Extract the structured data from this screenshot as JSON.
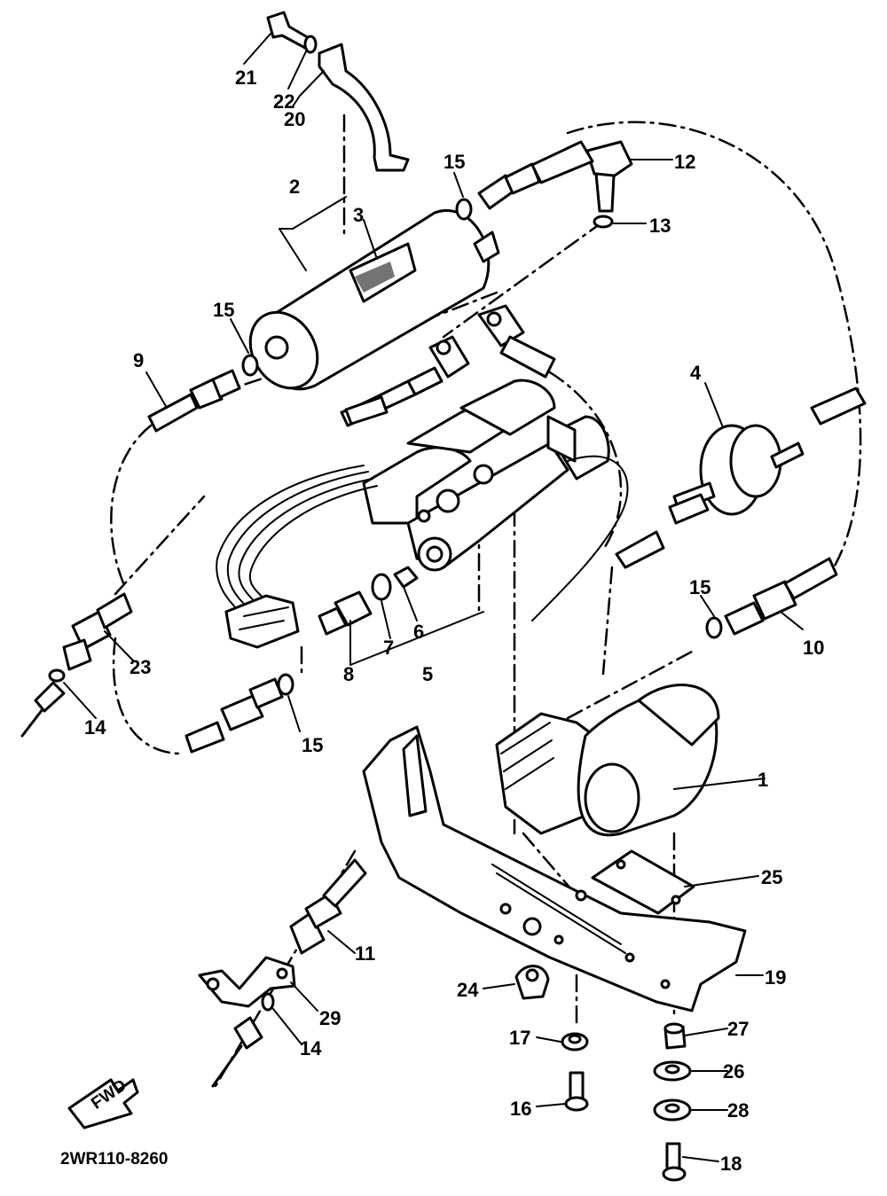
{
  "diagram_code": "2WR110-8260",
  "fwd_label": "FWD",
  "callouts": [
    {
      "id": "c1",
      "text": "1"
    },
    {
      "id": "c2",
      "text": "2"
    },
    {
      "id": "c3",
      "text": "3"
    },
    {
      "id": "c4",
      "text": "4"
    },
    {
      "id": "c5",
      "text": "5"
    },
    {
      "id": "c6",
      "text": "6"
    },
    {
      "id": "c7",
      "text": "7"
    },
    {
      "id": "c8",
      "text": "8"
    },
    {
      "id": "c9",
      "text": "9"
    },
    {
      "id": "c10",
      "text": "10"
    },
    {
      "id": "c11",
      "text": "11"
    },
    {
      "id": "c12",
      "text": "12"
    },
    {
      "id": "c13",
      "text": "13"
    },
    {
      "id": "c14a",
      "text": "14"
    },
    {
      "id": "c14b",
      "text": "14"
    },
    {
      "id": "c15a",
      "text": "15"
    },
    {
      "id": "c15b",
      "text": "15"
    },
    {
      "id": "c15c",
      "text": "15"
    },
    {
      "id": "c15d",
      "text": "15"
    },
    {
      "id": "c16",
      "text": "16"
    },
    {
      "id": "c17",
      "text": "17"
    },
    {
      "id": "c18",
      "text": "18"
    },
    {
      "id": "c19",
      "text": "19"
    },
    {
      "id": "c20",
      "text": "20"
    },
    {
      "id": "c21",
      "text": "21"
    },
    {
      "id": "c22",
      "text": "22"
    },
    {
      "id": "c23",
      "text": "23"
    },
    {
      "id": "c24",
      "text": "24"
    },
    {
      "id": "c25",
      "text": "25"
    },
    {
      "id": "c26",
      "text": "26"
    },
    {
      "id": "c27",
      "text": "27"
    },
    {
      "id": "c28",
      "text": "28"
    },
    {
      "id": "c29",
      "text": "29"
    }
  ]
}
